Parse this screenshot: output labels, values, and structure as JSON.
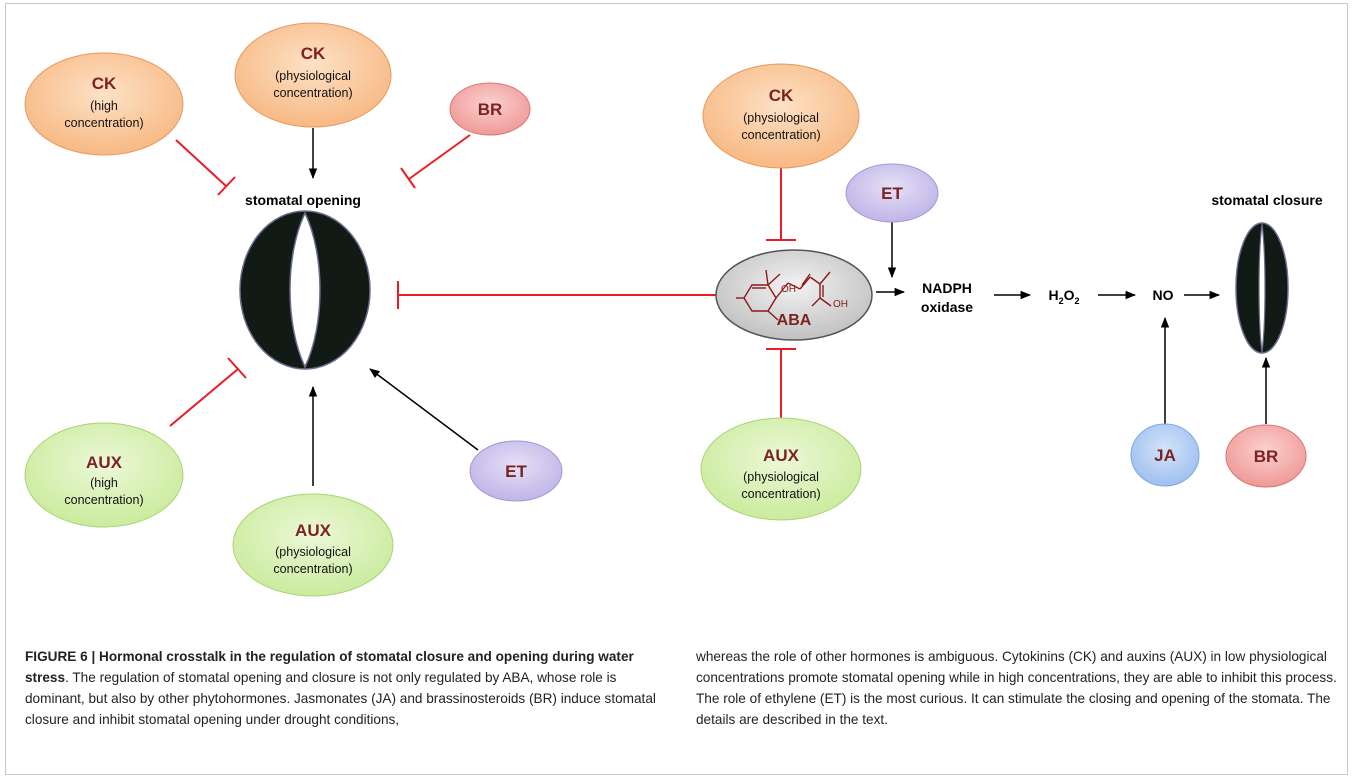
{
  "colors": {
    "orange_fill": "#fbc99c",
    "pink_fill": "#f4a9a7",
    "purple_fill": "#cdc4ec",
    "green_fill": "#d8f0b3",
    "blue_fill": "#b3cdf3",
    "gray_fill": "#d4d4d4",
    "hormone_text": "#7b2323",
    "inhibit": "#ec1c24",
    "activate": "#000000",
    "stoma": "#111a14"
  },
  "diagram": {
    "left": {
      "ck_high": {
        "name": "CK",
        "sub1": "(high",
        "sub2": "concentration)"
      },
      "ck_phys": {
        "name": "CK",
        "sub1": "(physiological",
        "sub2": "concentration)"
      },
      "br": {
        "name": "BR"
      },
      "aux_high": {
        "name": "AUX",
        "sub1": "(high",
        "sub2": "concentration)"
      },
      "aux_phys": {
        "name": "AUX",
        "sub1": "(physiological",
        "sub2": "concentration)"
      },
      "et": {
        "name": "ET"
      },
      "stomatal_opening": "stomatal opening"
    },
    "right": {
      "ck_phys": {
        "name": "CK",
        "sub1": "(physiological",
        "sub2": "concentration)"
      },
      "et": {
        "name": "ET"
      },
      "aba": {
        "name": "ABA",
        "oh1": "OH",
        "oh2": "OH"
      },
      "aux_phys": {
        "name": "AUX",
        "sub1": "(physiological",
        "sub2": "concentration)"
      },
      "nadph_line1": "NADPH",
      "nadph_line2": "oxidase",
      "h2o2_main": "H",
      "h2o2_sub1": "2",
      "h2o2_o": "O",
      "h2o2_sub2": "2",
      "no": "NO",
      "stomatal_closure": "stomatal closure",
      "ja": {
        "name": "JA"
      },
      "br": {
        "name": "BR"
      }
    }
  },
  "caption": {
    "bold": "FIGURE 6 | Hormonal crosstalk in the regulation of stomatal closure and opening during water stress",
    "left_text": ". The regulation of stomatal opening and closure is not only regulated by ABA, whose role is dominant, but also by other phytohormones. Jasmonates (JA) and brassinosteroids (BR) induce stomatal closure and inhibit stomatal opening under drought conditions,",
    "right_text": "whereas the role of other hormones is ambiguous. Cytokinins (CK) and auxins (AUX) in low physiological concentrations promote stomatal opening while in high concentrations, they are able to inhibit this process. The role of ethylene (ET) is the most curious. It can stimulate the closing and opening of the stomata. The details are described in the text."
  }
}
